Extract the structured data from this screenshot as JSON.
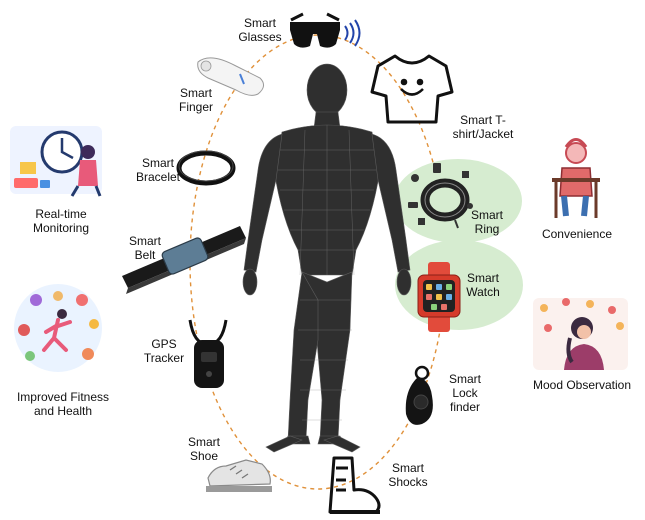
{
  "devices": {
    "smart_glasses": [
      "Smart",
      "Glasses"
    ],
    "smart_finger": [
      "Smart",
      "Finger"
    ],
    "smart_tshirt": [
      "Smart T-",
      "shirt/Jacket"
    ],
    "smart_bracelet": [
      "Smart",
      "Bracelet"
    ],
    "smart_ring": [
      "Smart",
      "Ring"
    ],
    "smart_belt": [
      "Smart",
      "Belt"
    ],
    "smart_watch": [
      "Smart",
      "Watch"
    ],
    "gps_tracker": [
      "GPS",
      "Tracker"
    ],
    "smart_lock_finder": [
      "Smart",
      "Lock",
      "finder"
    ],
    "smart_shoe": [
      "Smart",
      "Shoe"
    ],
    "smart_shocks": [
      "Smart",
      "Shocks"
    ]
  },
  "benefits": {
    "realtime_monitoring": [
      "Real-time",
      "Monitoring"
    ],
    "convenience": [
      "Convenience"
    ],
    "mood_observation": [
      "Mood Observation"
    ],
    "fitness_health": [
      "Improved Fitness",
      "and Health"
    ]
  },
  "colors": {
    "ring_dash": "#e0913a",
    "highlight_green": "#d6ecd0",
    "icon_dark": "#111111",
    "body_dark": "#2b2b2b",
    "watch_red": "#e24b3b"
  }
}
